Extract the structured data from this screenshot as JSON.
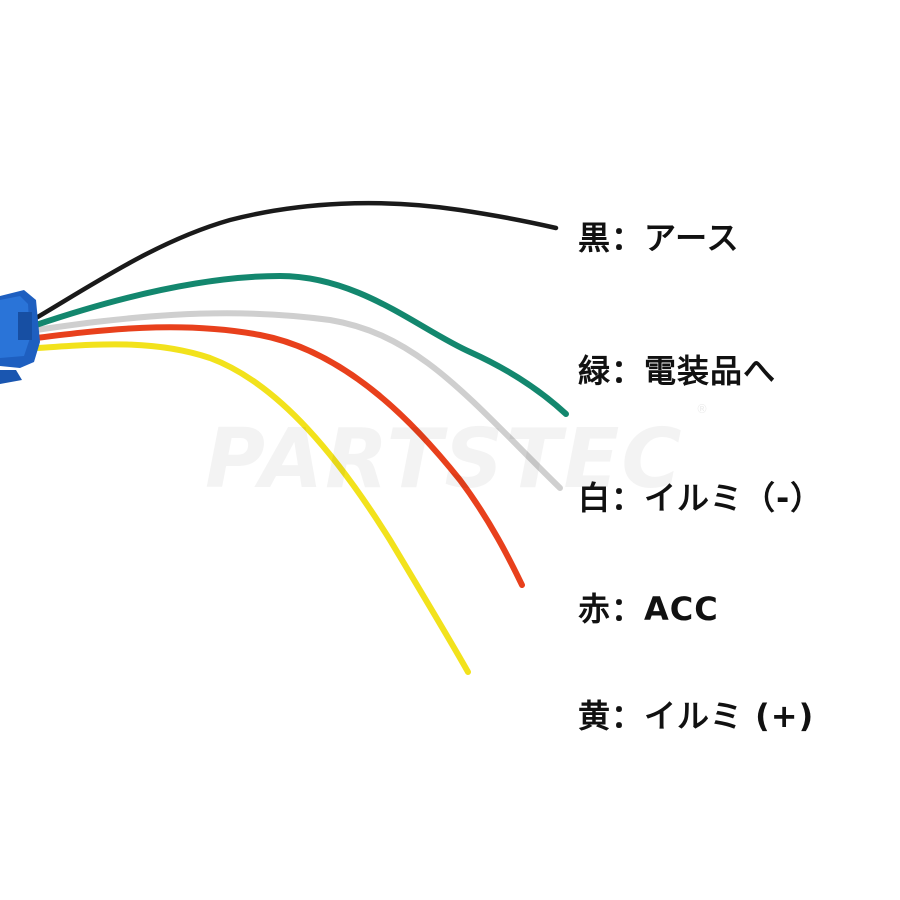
{
  "labels": {
    "black": "黒：アース",
    "green": "緑：電装品へ",
    "white": "白：イルミ（-）",
    "red": "赤：ACC",
    "yellow": "黄：イルミ (+)"
  },
  "watermark": {
    "text": "PARTSTEC",
    "registered": "®"
  },
  "colors": {
    "background": "#ffffff",
    "connector": "#1e5fc0",
    "wire_black": "#1a1a1a",
    "wire_green": "#13876e",
    "wire_white": "#d2d2d2",
    "wire_red": "#e8401c",
    "wire_yellow": "#f2e21c"
  }
}
